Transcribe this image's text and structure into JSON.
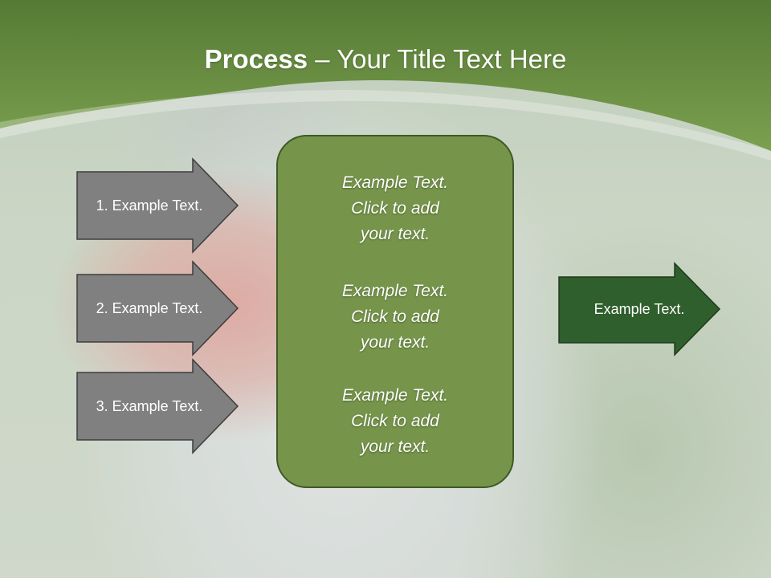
{
  "slide": {
    "title_bold": "Process",
    "title_rest": " – Your Title Text Here"
  },
  "left_arrows": [
    {
      "label": "1. Example Text."
    },
    {
      "label": "2. Example Text."
    },
    {
      "label": "3. Example Text."
    }
  ],
  "center_box": {
    "blocks": [
      {
        "lines": [
          "Example Text.",
          "Click  to add",
          "your text."
        ]
      },
      {
        "lines": [
          "Example Text.",
          "Click  to add",
          "your text."
        ]
      },
      {
        "lines": [
          "Example Text.",
          "Click  to add",
          "your text."
        ]
      }
    ]
  },
  "right_arrow": {
    "label": "Example Text."
  },
  "colors": {
    "header_green": "#6e9344",
    "gray_arrow": "#808080",
    "center_box_green": "#76954a",
    "dark_green_arrow": "#2f5f2c"
  }
}
